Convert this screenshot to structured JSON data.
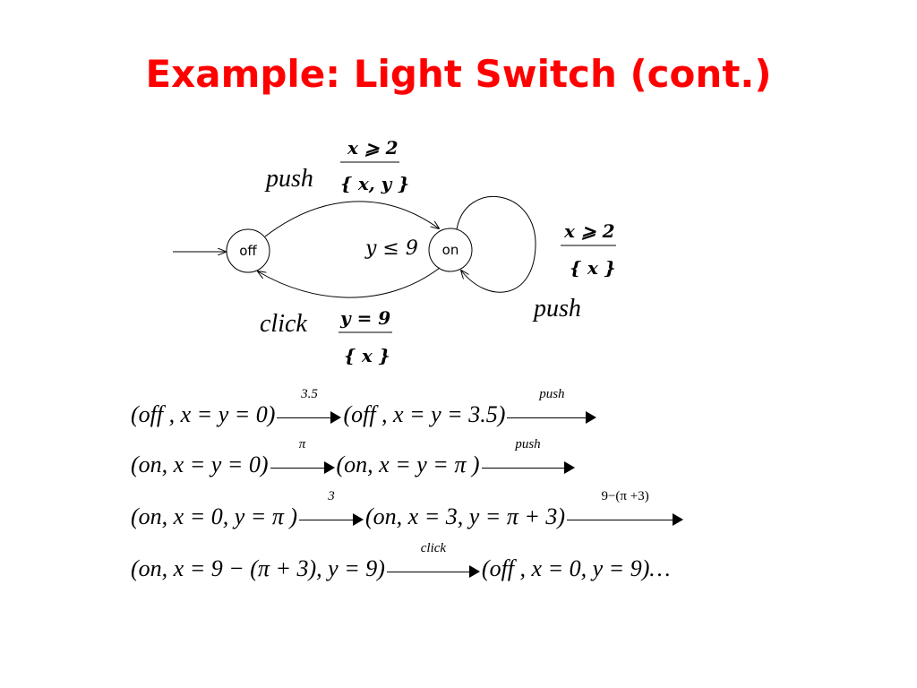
{
  "title": "Example: Light Switch (cont.)",
  "automaton": {
    "states": [
      {
        "id": "off",
        "label": "off"
      },
      {
        "id": "on",
        "label": "on"
      }
    ],
    "invariant_on": "y ≤ 9",
    "transitions": [
      {
        "from": "off",
        "to": "on",
        "action": "push",
        "guard": "x ⩾ 2",
        "reset": "{ x, y }"
      },
      {
        "from": "on",
        "to": "on",
        "action": "push",
        "guard": "x ⩾ 2",
        "reset": "{ x }"
      },
      {
        "from": "on",
        "to": "off",
        "action": "click",
        "guard": "y = 9",
        "reset": "{ x }"
      }
    ]
  },
  "trace": [
    {
      "left": "(off , x = y = 0)",
      "label": "3.5",
      "right": "(off , x = y = 3.5)",
      "trail": "push"
    },
    {
      "left": "(on, x = y = 0)",
      "label": "π",
      "right": "(on, x = y = π )",
      "trail": "push"
    },
    {
      "left": "(on, x = 0, y = π )",
      "label": "3",
      "right": "(on, x = 3, y = π + 3)",
      "trail": "9−(π +3)"
    },
    {
      "left": "(on, x = 9 − (π + 3), y = 9)",
      "label": "click",
      "right": "(off , x = 0, y = 9)…",
      "trail": ""
    }
  ]
}
